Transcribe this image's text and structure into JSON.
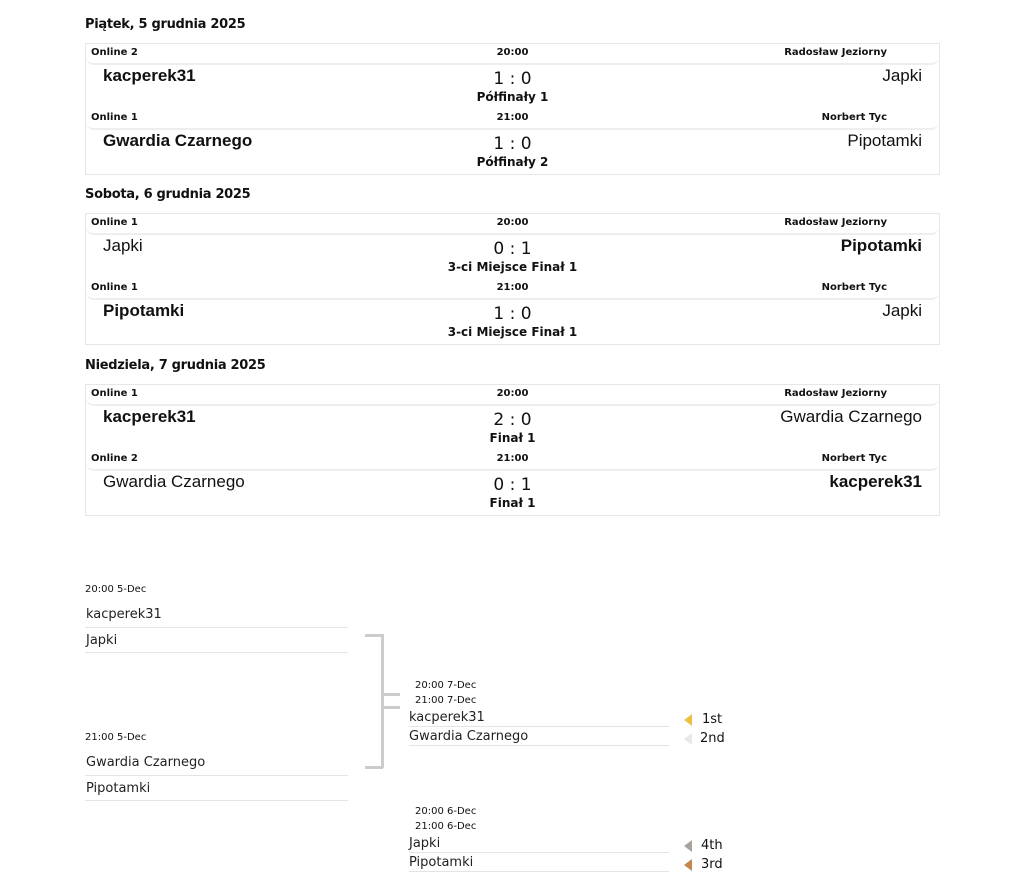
{
  "days": [
    {
      "title": "Piątek, 5 grudnia 2025",
      "matches": [
        {
          "room": "Online 2",
          "time": "20:00",
          "referee": "Radosław Jeziorny",
          "home": "kacperek31",
          "away": "Japki",
          "score": "1 : 0",
          "stage": "Półfinały 1",
          "winner": "home"
        },
        {
          "room": "Online 1",
          "time": "21:00",
          "referee": "Norbert Tyc",
          "home": "Gwardia Czarnego",
          "away": "Pipotamki",
          "score": "1 : 0",
          "stage": "Półfinały 2",
          "winner": "home"
        }
      ]
    },
    {
      "title": "Sobota, 6 grudnia 2025",
      "matches": [
        {
          "room": "Online 1",
          "time": "20:00",
          "referee": "Radosław Jeziorny",
          "home": "Japki",
          "away": "Pipotamki",
          "score": "0 : 1",
          "stage": "3-ci Miejsce Finał 1",
          "winner": "away"
        },
        {
          "room": "Online 1",
          "time": "21:00",
          "referee": "Norbert Tyc",
          "home": "Pipotamki",
          "away": "Japki",
          "score": "1 : 0",
          "stage": "3-ci Miejsce Finał 1",
          "winner": "home"
        }
      ]
    },
    {
      "title": "Niedziela, 7 grudnia 2025",
      "matches": [
        {
          "room": "Online 1",
          "time": "20:00",
          "referee": "Radosław Jeziorny",
          "home": "kacperek31",
          "away": "Gwardia Czarnego",
          "score": "2 : 0",
          "stage": "Finał 1",
          "winner": "home"
        },
        {
          "room": "Online 2",
          "time": "21:00",
          "referee": "Norbert Tyc",
          "home": "Gwardia Czarnego",
          "away": "kacperek31",
          "score": "0 : 1",
          "stage": "Finał 1",
          "winner": "away"
        }
      ]
    }
  ],
  "bracket": {
    "semi1": {
      "time": "20:00 5-Dec",
      "team1": "kacperek31",
      "team2": "Japki"
    },
    "semi2": {
      "time": "21:00 5-Dec",
      "team1": "Gwardia Czarnego",
      "team2": "Pipotamki"
    },
    "final": {
      "time1": "20:00 7-Dec",
      "time2": "21:00 7-Dec",
      "team1": "kacperek31",
      "team2": "Gwardia Czarnego",
      "place1": "1st",
      "place2": "2nd"
    },
    "third": {
      "time1": "20:00 6-Dec",
      "time2": "21:00 6-Dec",
      "team1": "Japki",
      "team2": "Pipotamki",
      "place1": "4th",
      "place2": "3rd"
    },
    "colors": {
      "gold": "#f0c040",
      "silver": "#e8e8e8",
      "grey": "#a8a49c",
      "bronze": "#c8874a"
    }
  }
}
